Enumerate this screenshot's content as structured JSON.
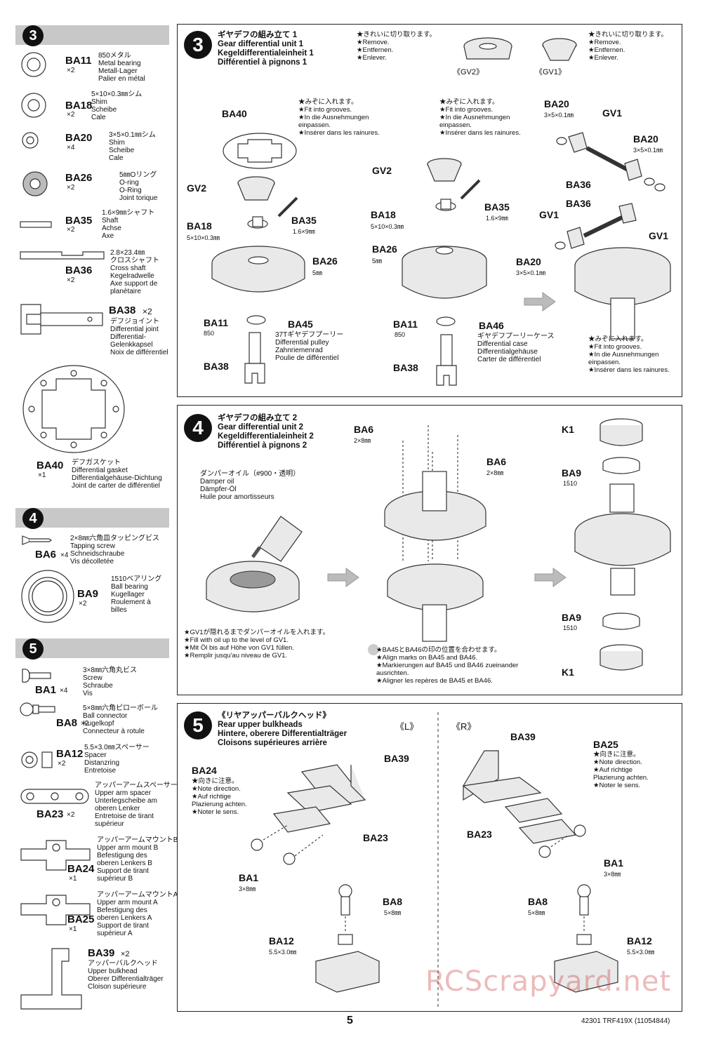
{
  "sidebar": {
    "s3": {
      "number": "3",
      "parts": [
        {
          "code": "BA11",
          "qty": "×2",
          "desc": "850メタル\nMetal bearing\nMetall-Lager\nPalier en métal"
        },
        {
          "code": "BA18",
          "qty": "×2",
          "desc": "5×10×0.3㎜シム\nShim\nScheibe\nCale"
        },
        {
          "code": "BA20",
          "qty": "×4",
          "desc": "3×5×0.1㎜シム\nShim\nScheibe\nCale"
        },
        {
          "code": "BA26",
          "qty": "×2",
          "desc": "5㎜Oリング\nO-ring\nO-Ring\nJoint torique"
        },
        {
          "code": "BA35",
          "qty": "×2",
          "desc": "1.6×9㎜シャフト\nShaft\nAchse\nAxe"
        },
        {
          "code": "BA36",
          "qty": "×2",
          "desc": "2.8×23.4㎜\nクロスシャフト\nCross shaft\nKegelradwelle\nAxe support de\nplanétaire"
        },
        {
          "code": "BA38",
          "qty": "×2",
          "desc": "デフジョイント\nDifferential joint\nDifferential-\nGelenkkapsel\nNoix de différentiel"
        },
        {
          "code": "BA40",
          "qty": "×1",
          "desc": "デフガスケット\nDifferential gasket\nDifferentialgehäuse-Dichtung\nJoint de carter de différentiel"
        }
      ]
    },
    "s4": {
      "number": "4",
      "parts": [
        {
          "code": "BA6",
          "qty": "×4",
          "desc": "2×8㎜六角皿タッピングビス\nTapping screw\nSchneidschraube\nVis décolletée"
        },
        {
          "code": "BA9",
          "qty": "×2",
          "desc": "1510ベアリング\nBall bearing\nKugellager\nRoulement à\nbilles"
        }
      ]
    },
    "s5": {
      "number": "5",
      "parts": [
        {
          "code": "BA1",
          "qty": "×4",
          "desc": "3×8㎜六角丸ビス\nScrew\nSchraube\nVis"
        },
        {
          "code": "BA8",
          "qty": "×2",
          "desc": "5×8㎜六角ピローボール\nBall connector\nKugelkopf\nConnecteur à rotule"
        },
        {
          "code": "BA12",
          "qty": "×2",
          "desc": "5.5×3.0㎜スペーサー\nSpacer\nDistanzring\nEntretoise"
        },
        {
          "code": "BA23",
          "qty": "×2",
          "desc": "アッパーアームスペーサー\nUpper arm spacer\nUnterlegscheibe am\noberen Lenker\nEntretoise de tirant\nsupérieur"
        },
        {
          "code": "BA24",
          "qty": "×1",
          "desc": "アッパーアームマウントB\nUpper arm mount B\nBefestigung des\noberen Lenkers B\nSupport de tirant\nsupérieur B"
        },
        {
          "code": "BA25",
          "qty": "×1",
          "desc": "アッパーアームマウントA\nUpper arm mount A\nBefestigung des\noberen Lenkers A\nSupport de tirant\nsupérieur A"
        },
        {
          "code": "BA39",
          "qty": "×2",
          "desc": "アッパーバルクヘッド\nUpper bulkhead\nOberer Differentialträger\nCloison supérieure"
        }
      ]
    }
  },
  "step3": {
    "number": "3",
    "title": "ギヤデフの組み立て 1\nGear differential unit 1\nKegeldifferentialeinheit 1\nDifférentiel à pignons 1",
    "remove_note": "★きれいに切り取ります。\n★Remove.\n★Entfernen.\n★Enlever.",
    "gv2_label": "《GV2》",
    "gv1_label": "《GV1》",
    "groove_note": "★みぞに入れます。\n★Fit into grooves.\n★In die Ausnehmungen\neinpassen.\n★Insérer dans les rainures.",
    "labels": {
      "ba40": "BA40",
      "gv2": "GV2",
      "ba18": "BA18",
      "ba18_sub": "5×10×0.3㎜",
      "ba35": "BA35",
      "ba35_sub": "1.6×9㎜",
      "ba26": "BA26",
      "ba26_sub": "5㎜",
      "ba11": "BA11",
      "ba11_sub": "850",
      "ba45": "BA45",
      "ba45_desc": "37Tギヤデフプーリー\nDifferential pulley\nZahnriemenrad\nPoulie de différentiel",
      "ba38": "BA38",
      "ba46": "BA46",
      "ba46_desc": "ギヤデフプーリーケース\nDifferential case\nDifferentialgehäuse\nCarter de différentiel",
      "ba20": "BA20",
      "ba20_sub": "3×5×0.1㎜",
      "gv1": "GV1",
      "ba36": "BA36"
    }
  },
  "step4": {
    "number": "4",
    "title": "ギヤデフの組み立て 2\nGear differential unit 2\nKegeldifferentialeinheit 2\nDifférentiel à pignons 2",
    "oil_note": "ダンパーオイル（#900・透明）\nDamper oil\nDämpfer-Öl\nHuile pour amortisseurs",
    "fill_note": "★GV1が隠れるまでダンパーオイルを入れます。\n★Fill with oil up to the level of GV1.\n★Mit Öl bis auf Höhe von GV1 füllen.\n★Remplir jusqu'au niveau de GV1.",
    "align_note": "★BA45とBA46の印の位置を合わせます。\n★Align marks on BA45 and BA46.\n★Markierungen auf BA45 und BA46 zueinander\nausrichten.\n★Aligner les repères de BA45 et BA46.",
    "labels": {
      "ba6": "BA6",
      "ba6_sub": "2×8㎜",
      "k1": "K1",
      "ba9": "BA9",
      "ba9_sub": "1510"
    }
  },
  "step5": {
    "number": "5",
    "title": "《リヤアッパーバルクヘッド》\nRear upper bulkheads\nHintere, oberere Differentialträger\nCloisons supérieures arrière",
    "left_label": "《L》",
    "right_label": "《R》",
    "direction_note": "★向きに注意。\n★Note direction.\n★Auf richtige\nPlazierung achten.\n★Noter le sens.",
    "labels": {
      "ba24": "BA24",
      "ba39": "BA39",
      "ba23": "BA23",
      "ba25": "BA25",
      "ba1": "BA1",
      "ba1_sub": "3×8㎜",
      "ba8": "BA8",
      "ba8_sub": "5×8㎜",
      "ba12": "BA12",
      "ba12_sub": "5.5×3.0㎜"
    }
  },
  "footer": {
    "page_number": "5",
    "product": "42301 TRF419X (11054844)",
    "watermark": "RCScrapyard.net"
  }
}
